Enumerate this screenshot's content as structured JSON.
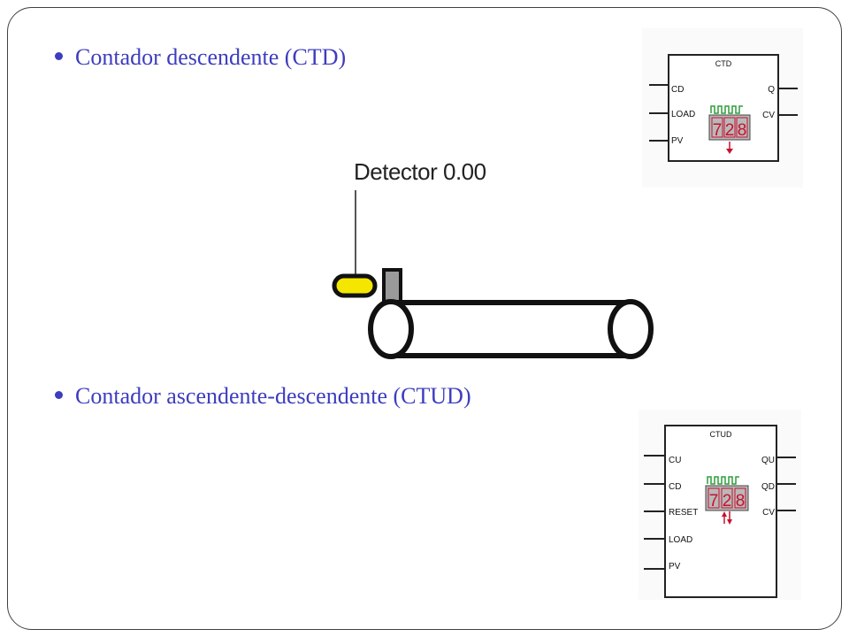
{
  "bullets": [
    {
      "text": "Contador descendente (CTD)"
    },
    {
      "text": "Contador ascendente-descendente (CTUD)"
    }
  ],
  "ctd": {
    "title": "CTD",
    "inputs": [
      "CD",
      "LOAD",
      "PV"
    ],
    "outputs": [
      "Q",
      "CV"
    ],
    "digits": [
      "7",
      "2",
      "8"
    ],
    "arrow_icon": "arrow-down-icon"
  },
  "ctud": {
    "title": "CTUD",
    "inputs": [
      "CU",
      "CD",
      "RESET",
      "LOAD",
      "PV"
    ],
    "outputs": [
      "QU",
      "QD",
      "CV"
    ],
    "digits": [
      "7",
      "2",
      "8"
    ],
    "arrow_icon": "arrow-up-down-icon"
  },
  "detector_label": "Detector 0.00",
  "colors": {
    "bullet_text": "#3d3dbf",
    "digit_red": "#c8102e",
    "digit_bg": "#b9b9b9",
    "pulse_green": "#2e9e3a",
    "sensor_yellow": "#f5e600",
    "bracket_gray": "#9a9a9a"
  }
}
